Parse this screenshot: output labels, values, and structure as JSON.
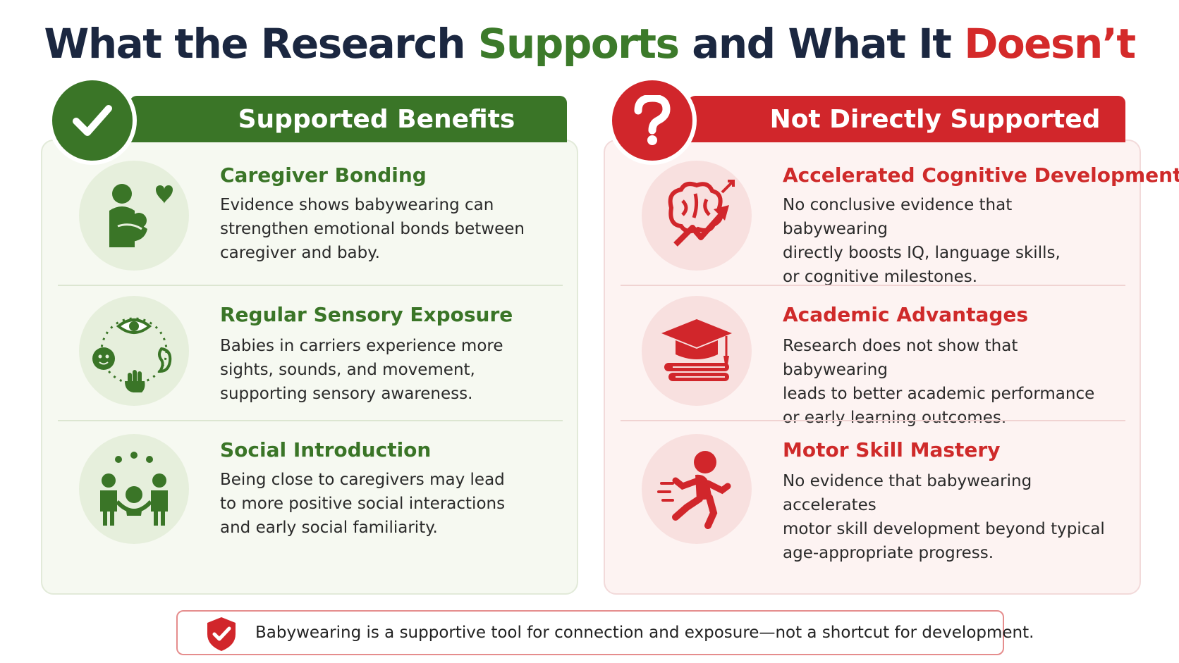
{
  "title": {
    "part1": "What the Research ",
    "part2": "Supports",
    "part3": " and What It ",
    "part4": "Doesn’t"
  },
  "colors": {
    "green": "#3a7527",
    "red": "#d1262b",
    "navy": "#1b2740"
  },
  "left": {
    "header": "Supported Benefits",
    "badge_icon": "check-icon",
    "items": [
      {
        "icon": "caregiver-holding-baby-icon",
        "title": "Caregiver Bonding",
        "body": "Evidence shows babywearing can\nstrengthen emotional bonds between\ncaregiver and baby."
      },
      {
        "icon": "senses-cycle-icon",
        "title": "Regular Sensory Exposure",
        "body": "Babies in carriers experience more\nsights, sounds, and movement,\nsupporting sensory awareness."
      },
      {
        "icon": "family-group-icon",
        "title": "Social Introduction",
        "body": "Being close to caregivers may lead\nto more positive social interactions\nand early social familiarity."
      }
    ]
  },
  "right": {
    "header": "Not Directly Supported",
    "badge_icon": "question-icon",
    "items": [
      {
        "icon": "brain-growth-icon",
        "title": "Accelerated Cognitive Development",
        "body": "No conclusive evidence that babywearing\ndirectly boosts IQ, language skills,\nor cognitive milestones."
      },
      {
        "icon": "graduation-books-icon",
        "title": "Academic Advantages",
        "body": "Research does not show that babywearing\nleads to better academic performance\nor early learning outcomes."
      },
      {
        "icon": "running-child-icon",
        "title": "Motor Skill Mastery",
        "body": "No evidence that babywearing accelerates\nmotor skill development beyond typical\nage-appropriate progress."
      }
    ]
  },
  "footer": {
    "icon": "shield-check-icon",
    "text": "Babywearing is a supportive tool for connection and exposure—not a shortcut for development."
  }
}
